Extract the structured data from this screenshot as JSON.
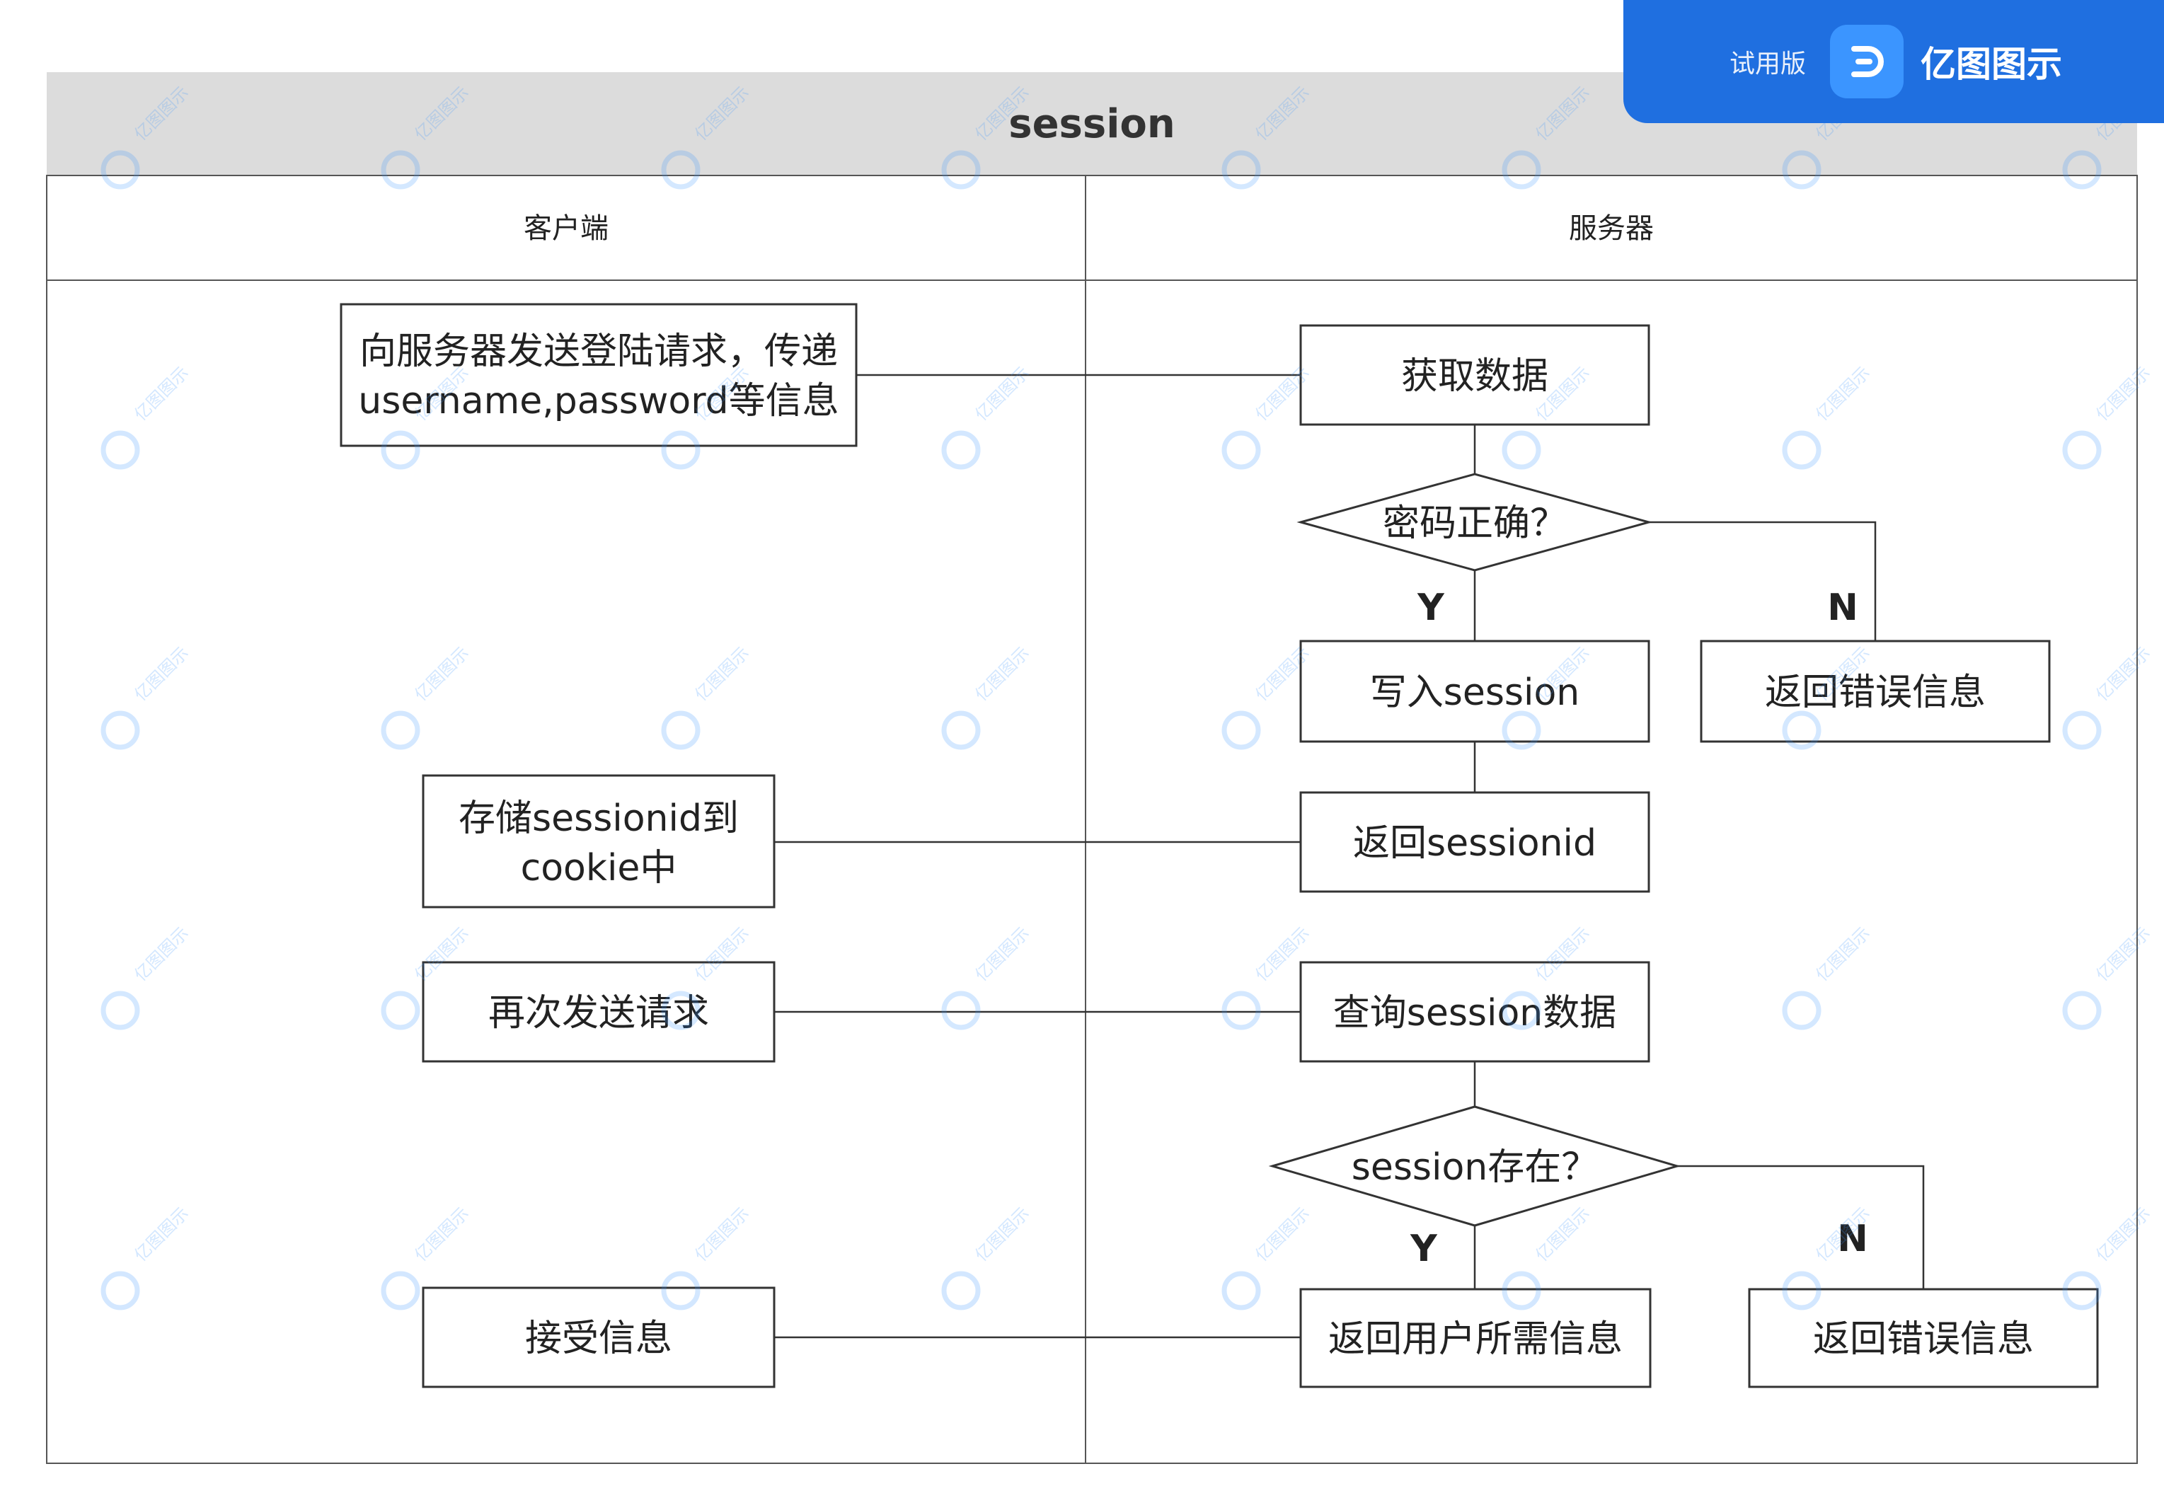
{
  "title": "session",
  "lanes": {
    "client": "客户端",
    "server": "服务器"
  },
  "client": {
    "login_line1": "向服务器发送登陆请求，传递",
    "login_line2": "username,password等信息",
    "store_line1": "存储sessionid到",
    "store_line2": "cookie中",
    "resend": "再次发送请求",
    "receive": "接受信息"
  },
  "server": {
    "fetch": "获取数据",
    "pwd_check": "密码正确？",
    "write_session": "写入session",
    "error1": "返回错误信息",
    "return_sid": "返回sessionid",
    "query": "查询session数据",
    "session_check": "session存在？",
    "return_info": "返回用户所需信息",
    "error2": "返回错误信息"
  },
  "branches": {
    "yes": "Y",
    "no": "N"
  },
  "badge": {
    "trial": "试用版",
    "brand": "亿图图示"
  },
  "watermark": "亿图图示"
}
